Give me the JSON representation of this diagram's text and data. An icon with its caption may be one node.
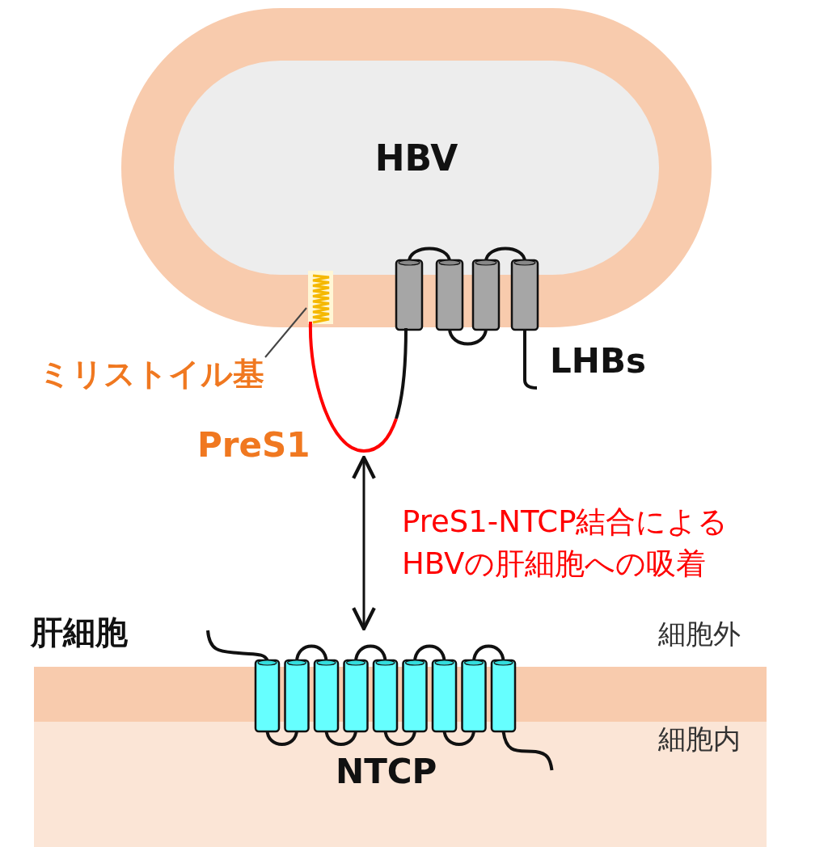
{
  "diagram": {
    "nodes": [
      {
        "text": [
          "HBV"
        ]
      },
      {
        "text": [],
        "shape": "picture",
        "in": 0
      },
      {
        "text": [],
        "shape": "picture",
        "beside": [
          "LHBs"
        ]
      },
      {
        "text": [
          "ミリストイル基"
        ]
      },
      {
        "text": [],
        "shape": "picture",
        "beside": [
          "PreS1"
        ]
      },
      {
        "text": [
          "肝細胞"
        ]
      },
      {
        "text": [],
        "shape": "picture",
        "beside": [
          "NTCP"
        ]
      }
    ],
    "edges": [
      {
        "from": 3,
        "to": 1,
        "arrow": "none"
      },
      {
        "from": 4,
        "to": 6,
        "arrow": "both",
        "label": "PreS1-NTCP結合によるHBVの肝細胞への吸着"
      }
    ],
    "labels": [
      "細胞外",
      "細胞内"
    ]
  }
}
